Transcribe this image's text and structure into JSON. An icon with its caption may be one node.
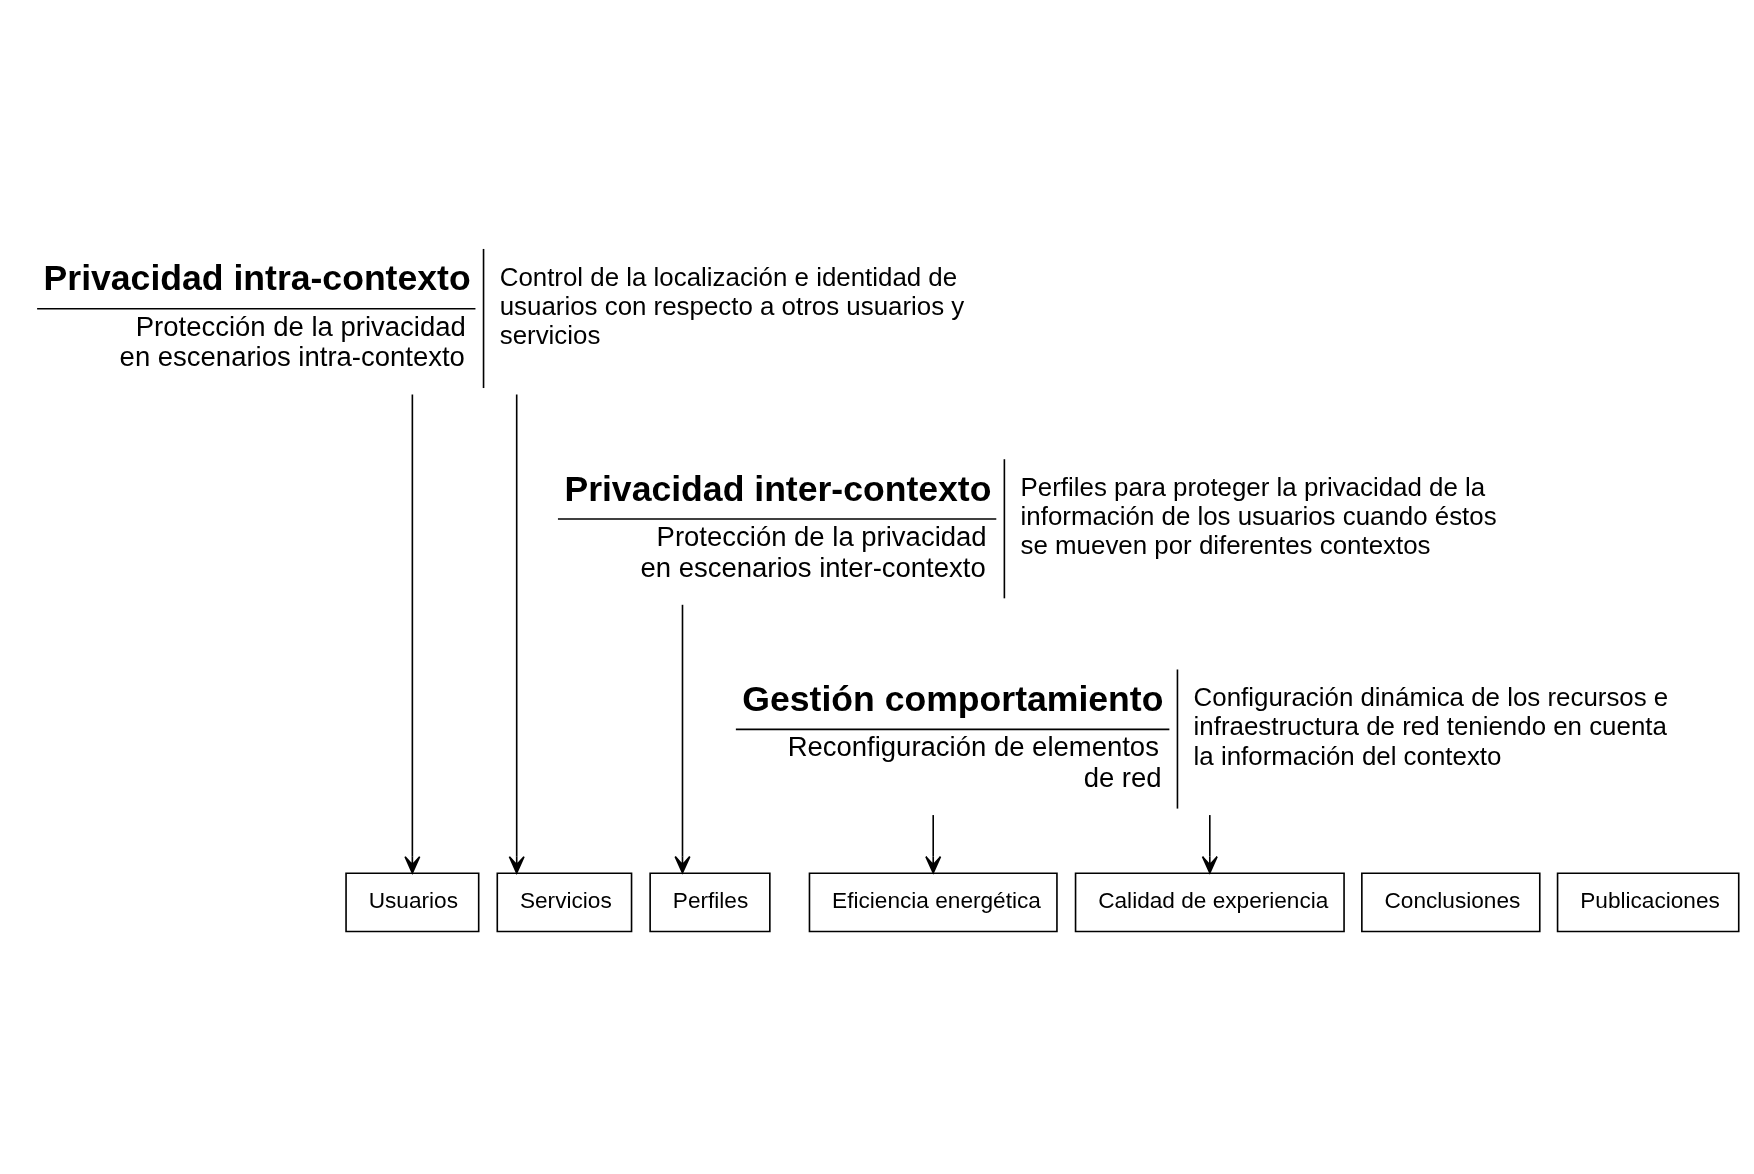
{
  "diagram": {
    "nodes": [
      {
        "text": [
          "Privacidad intra-contexto",
          "Protección de la privacidad en escenarios intra-contexto",
          "Control de la localización e identidad de usuarios con respecto a otros usuarios y servicios"
        ]
      },
      {
        "text": [
          "Privacidad inter-contexto",
          "Protección de la privacidad en escenarios inter-contexto",
          "Perfiles para proteger la privacidad de la información de los usuarios cuando éstos se mueven por diferentes contextos"
        ]
      },
      {
        "text": [
          "Gestión comportamiento",
          "Reconfiguración de elementos de red",
          "Configuración dinámica de los recursos e infraestructura de red teniendo en cuenta la información del contexto"
        ]
      },
      {
        "text": [
          "Usuarios"
        ]
      },
      {
        "text": [
          "Servicios"
        ]
      },
      {
        "text": [
          "Perfiles"
        ]
      },
      {
        "text": [
          "Eficiencia energética"
        ]
      },
      {
        "text": [
          "Calidad de experiencia"
        ]
      },
      {
        "text": [
          "Conclusiones"
        ]
      },
      {
        "text": [
          "Publicaciones"
        ]
      }
    ],
    "edges": [
      {
        "from": 0,
        "to": 3,
        "arrow": "to"
      },
      {
        "from": 0,
        "to": 4,
        "arrow": "to"
      },
      {
        "from": 1,
        "to": 5,
        "arrow": "to"
      },
      {
        "from": 2,
        "to": 6,
        "arrow": "to"
      },
      {
        "from": 2,
        "to": 7,
        "arrow": "to"
      }
    ]
  }
}
